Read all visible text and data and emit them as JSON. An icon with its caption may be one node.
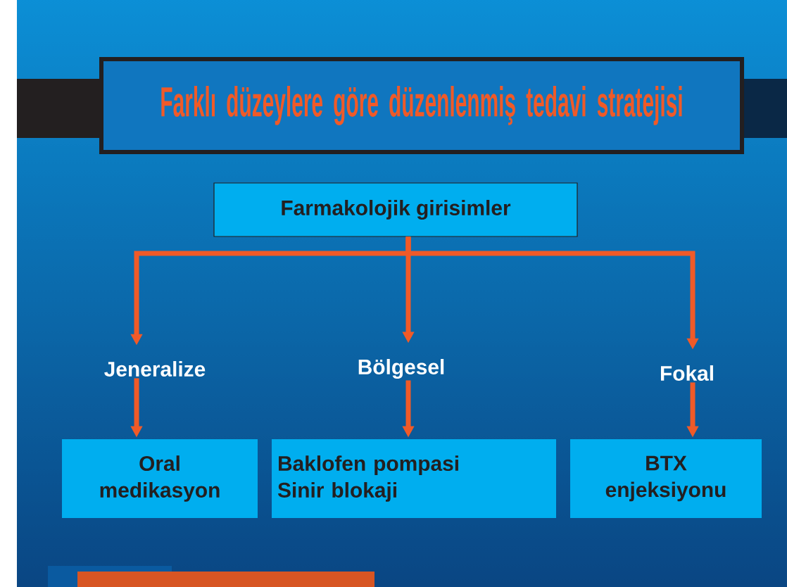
{
  "diagram": {
    "nodes": [
      {
        "text": [
          "Farklı düzeylere göre düzenlenmiş tedavi stratejisi"
        ]
      },
      {
        "text": [
          "Farmakolojik girisimler"
        ]
      },
      {
        "text": [
          "Jeneralize"
        ]
      },
      {
        "text": [
          "Bölgesel"
        ]
      },
      {
        "text": [
          "Fokal"
        ]
      },
      {
        "text": [
          "Oral medikasyon"
        ]
      },
      {
        "text": [
          "Baklofen pompasi",
          "Sinir blokaji"
        ]
      },
      {
        "text": [
          "BTX enjeksiyonu"
        ]
      }
    ],
    "edges": [
      {
        "from": 1,
        "to": 2,
        "arrow": "to"
      },
      {
        "from": 1,
        "to": 3,
        "arrow": "to"
      },
      {
        "from": 1,
        "to": 4,
        "arrow": "to"
      },
      {
        "from": 2,
        "to": 5,
        "arrow": "to"
      },
      {
        "from": 3,
        "to": 6,
        "arrow": "to"
      },
      {
        "from": 4,
        "to": 7,
        "arrow": "to"
      }
    ]
  }
}
